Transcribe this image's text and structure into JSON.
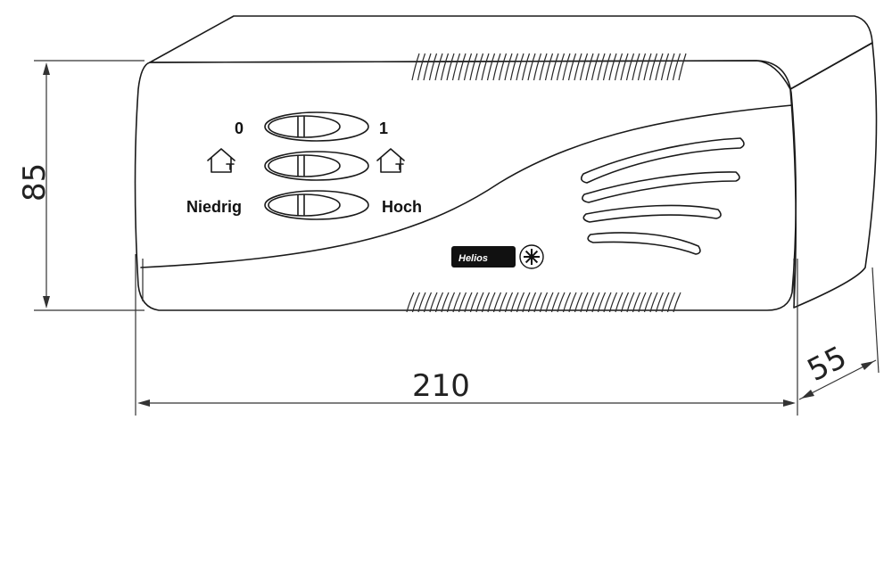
{
  "dimensions": {
    "height": "85",
    "width": "210",
    "depth": "55"
  },
  "switches": [
    {
      "left_label": "0",
      "right_label": "1"
    },
    {
      "left_label": "",
      "right_label": ""
    },
    {
      "left_label": "Niedrig",
      "right_label": "Hoch"
    }
  ],
  "icons": {
    "house_left": "house-icon",
    "house_right": "house-icon"
  },
  "logo": {
    "text": "Helios",
    "symbol": "snowflake-icon"
  },
  "colors": {
    "line": "#1a1a1a",
    "background": "#ffffff"
  }
}
